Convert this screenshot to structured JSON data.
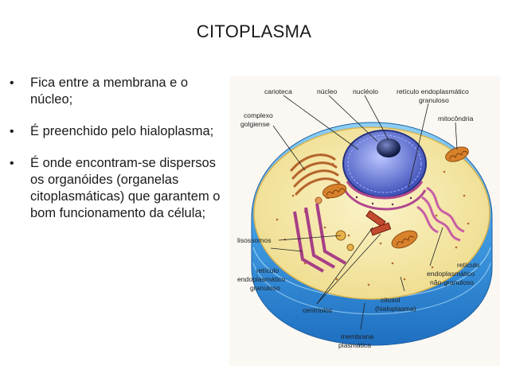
{
  "slide": {
    "title": "CITOPLASMA",
    "bullets": [
      {
        "text": "Fica entre a membrana e o núcleo;"
      },
      {
        "text": "É preenchido pelo hialoplasma;"
      },
      {
        "text": "É onde encontram-se dispersos os organóides (organelas citoplasmáticas) que garantem o bom funcionamento da célula;"
      }
    ]
  },
  "figure": {
    "labels": {
      "carioteca": "carioteca",
      "nucleo": "núcleo",
      "nucleolo": "nucléolo",
      "reg_top_1": "retículo endoplasmático",
      "reg_top_2": "granuloso",
      "complexo_1": "complexo",
      "complexo_2": "golgiense",
      "mitocondria": "mitocôndria",
      "lisossomos": "lisossomos",
      "reg_left_1": "retículo",
      "reg_left_2": "endoplasmático",
      "reg_left_3": "granuloso",
      "reng_1": "retículo",
      "reng_2": "endoplasmático",
      "reng_3": "não-granuloso",
      "citosol_1": "citosol",
      "citosol_2": "(hialoplasma)",
      "centriolos": "centríolos",
      "membrana_1": "membrana",
      "membrana_2": "plasmática"
    },
    "colors": {
      "membrane_blue": "#3f9ae0",
      "cytoplasm": "#f3e7a4",
      "nucleus": "#6f7fd6",
      "golgi": "#c9783a",
      "mitochondria": "#d8812b",
      "reticulum": "#b0478f"
    }
  }
}
